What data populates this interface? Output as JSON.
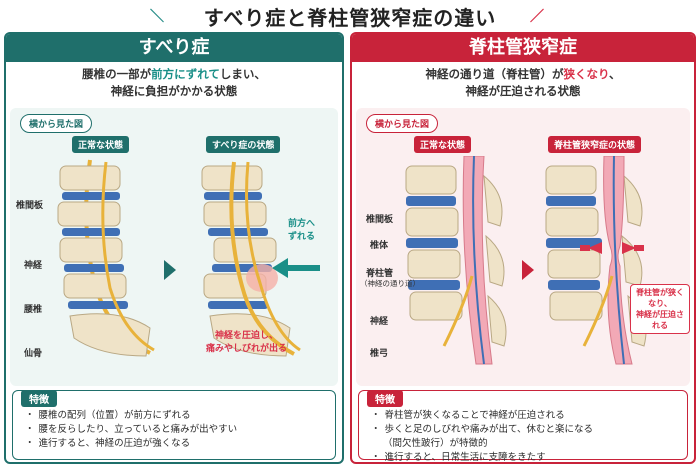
{
  "title": "すべり症と脊柱管狭窄症の違い",
  "left": {
    "header": "すべり症",
    "lead_line1_a": "腰椎の一部が",
    "lead_line1_hl": "前方にずれて",
    "lead_line1_b": "しまい、",
    "lead_line2": "神経に負担がかかる状態",
    "side_view": "横から見た図",
    "normal_tag": "正常な状態",
    "condition_tag": "すべり症の状態",
    "labels": {
      "disc": "椎間板",
      "nerve": "神経",
      "lumbar": "腰椎",
      "sacrum": "仙骨"
    },
    "shift_note_1": "前方へ",
    "shift_note_2": "ずれる",
    "pressure_note_1": "神経を圧迫し、",
    "pressure_note_2": "痛みやしびれが出る",
    "features_tag": "特徴",
    "features": [
      "腰椎の配列（位置）が前方にずれる",
      "腰を反らしたり、立っていると痛みが出やすい",
      "進行すると、神経の圧迫が強くなる"
    ]
  },
  "right": {
    "header": "脊柱管狭窄症",
    "lead_line1_a": "神経の通り道（脊柱管）が",
    "lead_line1_hl": "狭くなり",
    "lead_line1_b": "、",
    "lead_line2": "神経が圧迫される状態",
    "side_view": "横から見た図",
    "normal_tag": "正常な状態",
    "condition_tag": "脊柱管狭窄症の状態",
    "labels": {
      "disc": "椎間板",
      "body": "椎体",
      "canal": "脊柱管",
      "canal_sub": "（神経の通り道）",
      "nerve": "神経",
      "arch": "椎弓"
    },
    "narrow_note_1": "脊柱管が狭くなり、",
    "narrow_note_2": "神経が圧迫される",
    "features_tag": "特徴",
    "features": [
      "脊柱管が狭くなることで神経が圧迫される",
      "歩くと足のしびれや痛みが出て、休むと楽になる",
      "（間欠性跛行）が特徴的",
      "進行すると、日常生活に支障をきたす"
    ]
  },
  "colors": {
    "teal": "#1f6f6b",
    "red": "#c8233a",
    "disc": "#3f6fb5",
    "nerve": "#e8b23a",
    "bone": "#efe3c8",
    "canal": "#f2a9b6"
  }
}
